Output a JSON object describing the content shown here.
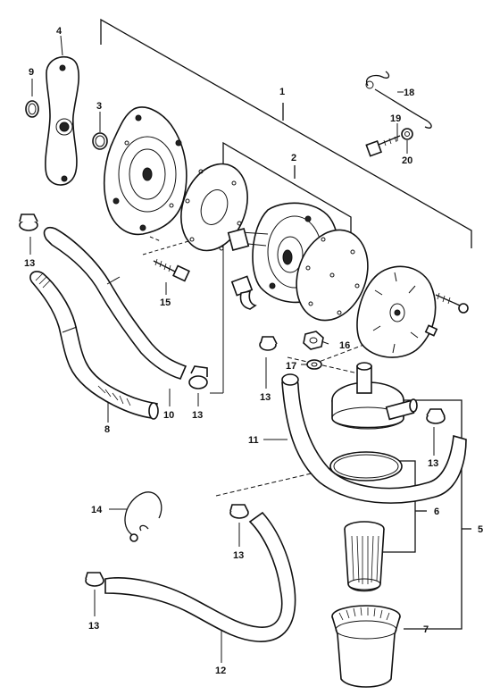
{
  "callouts": {
    "c1": "1",
    "c2": "2",
    "c3": "3",
    "c4": "4",
    "c5": "5",
    "c6": "6",
    "c7": "7",
    "c8": "8",
    "c9": "9",
    "c10": "10",
    "c11": "11",
    "c12": "12",
    "c13a": "13",
    "c13b": "13",
    "c13c": "13",
    "c13d": "13",
    "c13e": "13",
    "c13f": "13",
    "c14": "14",
    "c15": "15",
    "c16": "16",
    "c17": "17",
    "c18": "18",
    "c19": "19",
    "c20": "20"
  }
}
